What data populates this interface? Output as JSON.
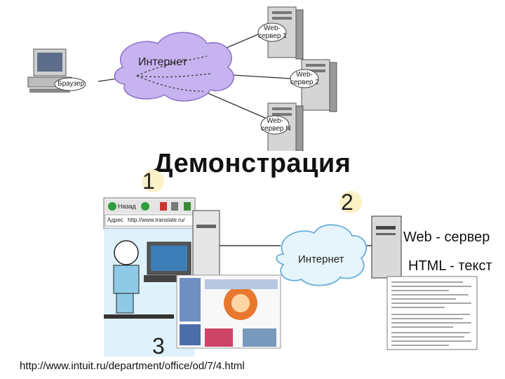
{
  "top_diagram": {
    "internet_label": "Интернет",
    "browser_label": "Браузер",
    "servers": [
      {
        "label": "Web-\nсервер 1"
      },
      {
        "label": "Web-\nсервер 2"
      },
      {
        "label": "Web-\nсервер N"
      }
    ]
  },
  "title": "Демонстрация",
  "steps": [
    "1",
    "2",
    "3"
  ],
  "bottom_diagram": {
    "internet_label": "Интернет",
    "web_server_label": "Web - сервер",
    "html_text_label": "HTML - текст",
    "browser_toolbar": {
      "back_label": "Назад",
      "address_label": "Адрес",
      "address_value": "http://www.translate.ru/"
    }
  },
  "source_url": "http://www.intuit.ru/department/office/od/7/4.html"
}
